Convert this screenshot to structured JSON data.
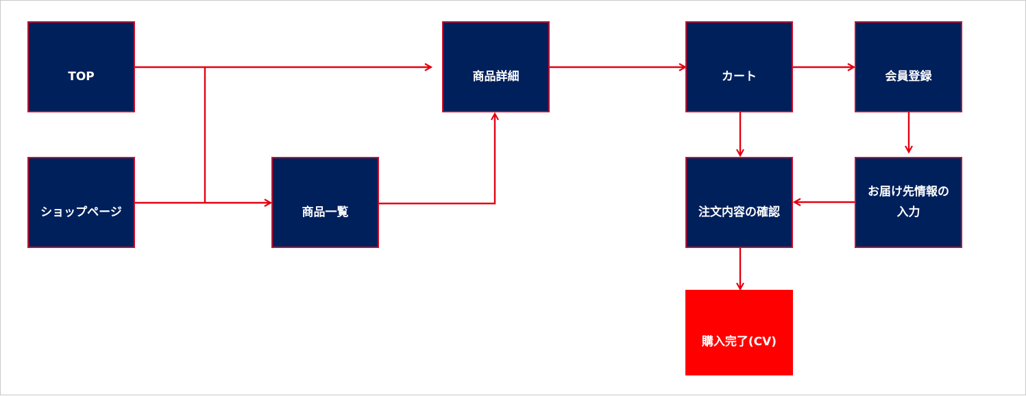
{
  "diagram": {
    "colors": {
      "node_fill": "#00205C",
      "node_border": "#C8102E",
      "cv_fill": "#FF0000",
      "arrow": "#E3000F",
      "text": "#FFFFFF"
    },
    "nodes": {
      "top": "TOP",
      "shop_page": "ショップページ",
      "product_list": "商品一覧",
      "product_detail": "商品詳細",
      "cart": "カート",
      "member_registration": "会員登録",
      "delivery_info": "お届け先情報の\n入力",
      "order_confirmation": "注文内容の確認",
      "purchase_complete": "購入完了(CV)"
    }
  }
}
